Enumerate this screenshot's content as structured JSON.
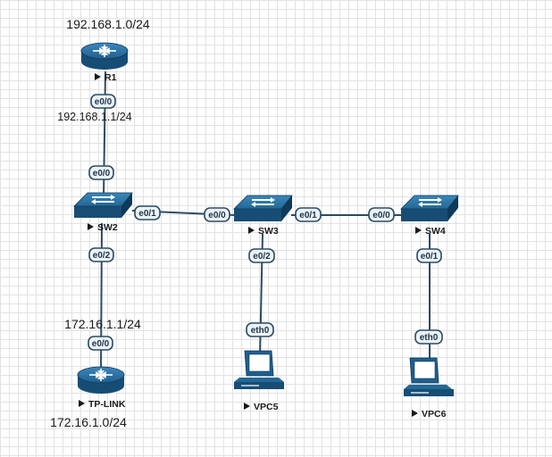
{
  "networks": {
    "r1_lan": "192.168.1.0/24",
    "tplink_lan": "172.16.1.0/24"
  },
  "addresses": {
    "r1_e0_0": "192.168.1.1/24",
    "tplink_e0_0": "172.16.1.1/24"
  },
  "nodes": {
    "r1": "R1",
    "sw2": "SW2",
    "sw3": "SW3",
    "sw4": "SW4",
    "tplink": "TP-LINK",
    "vpc5": "VPC5",
    "vpc6": "VPC6"
  },
  "ports": {
    "r1_e00": "e0/0",
    "sw2_e00": "e0/0",
    "sw2_e01": "e0/1",
    "sw2_e02": "e0/2",
    "sw3_e00": "e0/0",
    "sw3_e01": "e0/1",
    "sw3_e02": "e0/2",
    "sw4_e00": "e0/0",
    "sw4_e01": "e0/1",
    "tplink_e00": "e0/0",
    "vpc5_eth0": "eth0",
    "vpc6_eth0": "eth0"
  },
  "icons": {
    "router": "router-icon",
    "switch": "switch-icon",
    "pc": "pc-icon",
    "status": "play-triangle-icon"
  },
  "colors": {
    "device": "#1f5f8f",
    "device_dark": "#0f3a5a",
    "link": "#2d4a63",
    "port_fill": "#eaf2f8"
  }
}
